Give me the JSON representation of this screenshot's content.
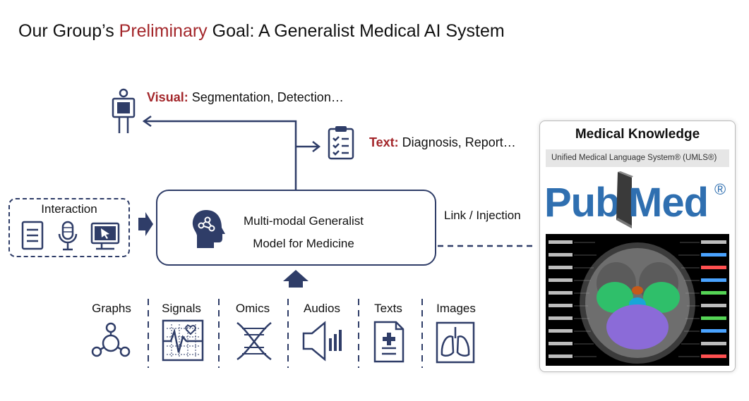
{
  "title": {
    "prefix": "Our Group’s ",
    "highlight": "Preliminary",
    "suffix": " Goal: A Generalist Medical AI System"
  },
  "outputs": {
    "visual": {
      "key": "Visual:",
      "text": " Segmentation, Detection…"
    },
    "text": {
      "key": "Text:",
      "text": " Diagnosis, Report…"
    }
  },
  "model": {
    "line1": "Multi-modal Generalist",
    "line2": "Model for Medicine"
  },
  "interaction": {
    "label": "Interaction"
  },
  "link_label": "Link / Injection",
  "modalities": [
    "Graphs",
    "Signals",
    "Omics",
    "Audios",
    "Texts",
    "Images"
  ],
  "knowledge": {
    "title": "Medical Knowledge",
    "umls": "Unified Medical Language System® (UMLS®)",
    "pubmed_left": "Pub",
    "pubmed_right": "Med",
    "reg": "®"
  },
  "colors": {
    "accent_red": "#a3262a",
    "navy": "#2f3d68",
    "pubmed_blue": "#2f6fb0"
  }
}
